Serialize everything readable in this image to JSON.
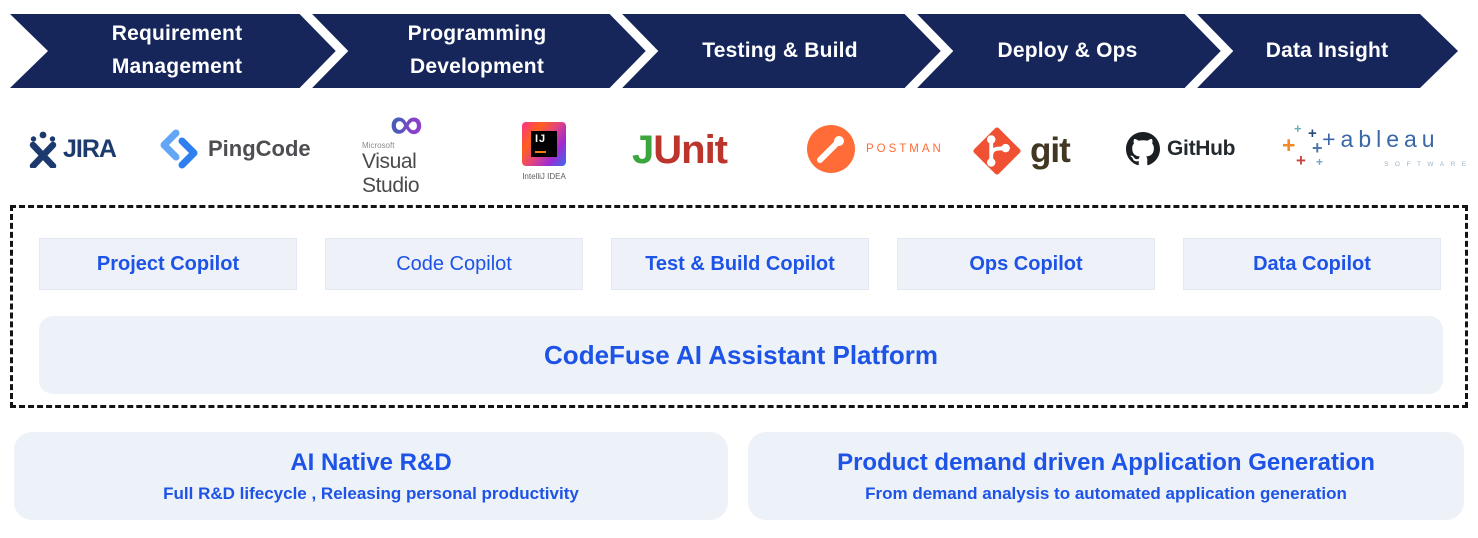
{
  "colors": {
    "banner_navy": "#16265B",
    "accent_blue": "#1D53E6",
    "panel_bg": "#EDF1F8",
    "postman_orange": "#FF6C37",
    "git_red": "#F05133",
    "junit_green": "#3DA53D",
    "junit_red": "#BC352C"
  },
  "pipeline": {
    "stages": [
      {
        "label": "Requirement Management"
      },
      {
        "label": "Programming Development"
      },
      {
        "label": "Testing & Build"
      },
      {
        "label": "Deploy & Ops"
      },
      {
        "label": "Data Insight"
      }
    ]
  },
  "tools": {
    "jira": {
      "label": "JIRA"
    },
    "pingcode": {
      "label": "PingCode"
    },
    "visual_studio": {
      "company": "Microsoft",
      "label": "Visual Studio"
    },
    "intellij": {
      "badge": "IJ",
      "caption": "IntelliJ IDEA"
    },
    "junit": {
      "part1": "J",
      "part2": "Unit"
    },
    "postman": {
      "label": "POSTMAN"
    },
    "git": {
      "label": "git"
    },
    "github": {
      "label": "GitHub"
    },
    "tableau": {
      "label": "+ableau",
      "sub": "SOFTWARE"
    }
  },
  "copilots": [
    {
      "label": "Project Copilot"
    },
    {
      "label": "Code Copilot"
    },
    {
      "label": "Test & Build Copilot"
    },
    {
      "label": "Ops Copilot"
    },
    {
      "label": "Data Copilot"
    }
  ],
  "platform": {
    "label": "CodeFuse AI Assistant Platform"
  },
  "cards": [
    {
      "title": "AI Native R&D",
      "subtitle": "Full R&D lifecycle , Releasing personal productivity"
    },
    {
      "title": "Product demand driven Application Generation",
      "subtitle": "From demand analysis to automated application generation"
    }
  ]
}
